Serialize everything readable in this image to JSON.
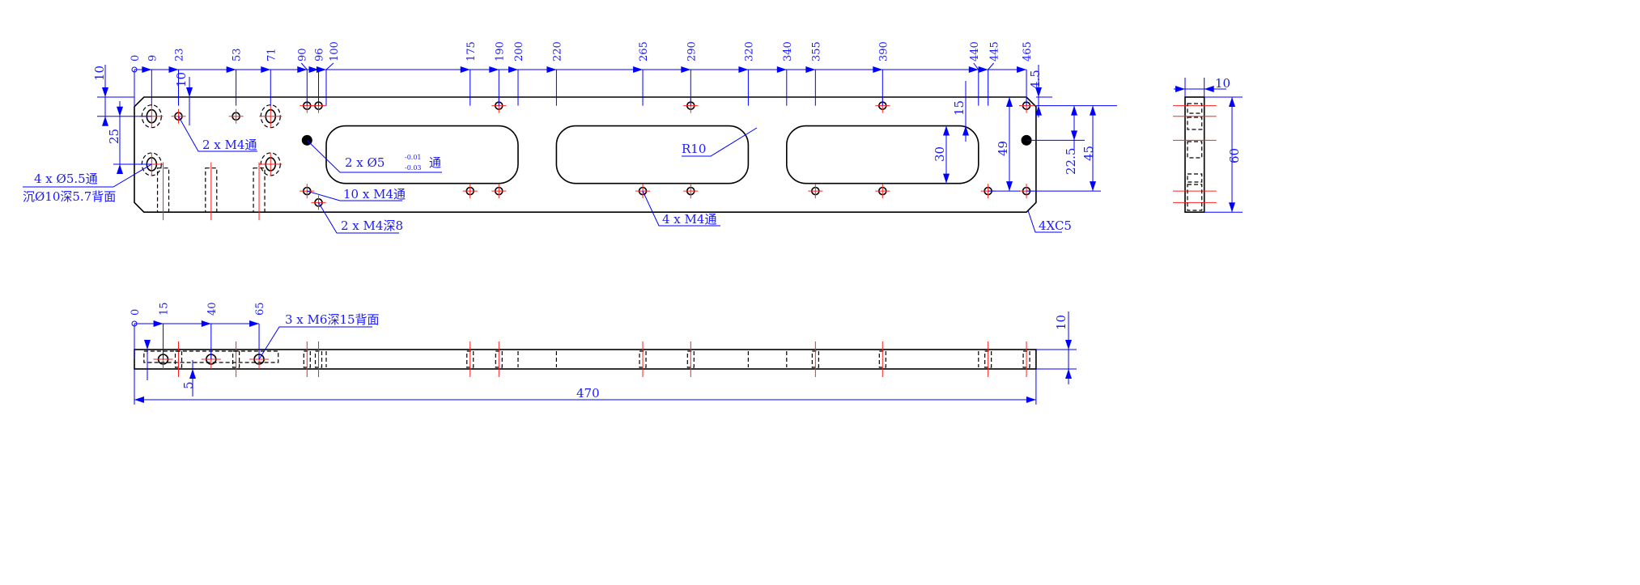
{
  "top_view": {
    "x_dims": [
      "0",
      "9",
      "23",
      "53",
      "71",
      "90",
      "96",
      "100",
      "175",
      "190",
      "200",
      "220",
      "265",
      "290",
      "320",
      "340",
      "355",
      "390",
      "440",
      "445",
      "465"
    ],
    "left_dims": {
      "edge_offset": "10",
      "row_spacing": "25",
      "inner_offset": "10"
    },
    "right_dims": {
      "chamfer_offset": "4.5",
      "slot_offset": "15",
      "slot_height": "30",
      "hole_offset": "49",
      "pin_offset": "22.5",
      "hole_spacing": "45"
    },
    "slot_radius": "R10",
    "callouts": {
      "counterbore_line1": "4 x  Ø5.5通",
      "counterbore_line2": "沉Ø10深5.7背面",
      "m4_two": "2 x  M4通",
      "pin": "2 x  Ø5",
      "pin_tol_upper": "-0.01",
      "pin_tol_lower": "-0.03",
      "pin_suffix": "通",
      "m4_ten": "10 x  M4通",
      "m4_depth": "2 x  M4深8",
      "m4_four": "4 x  M4通",
      "chamfer": "4XC5"
    }
  },
  "side_view": {
    "thickness": "10",
    "height": "60"
  },
  "front_view": {
    "x_dims": [
      "0",
      "15",
      "40",
      "65"
    ],
    "thickness": "10",
    "tap_offset": "5",
    "callout": "3 x  M6深15背面",
    "overall_length": "470"
  }
}
